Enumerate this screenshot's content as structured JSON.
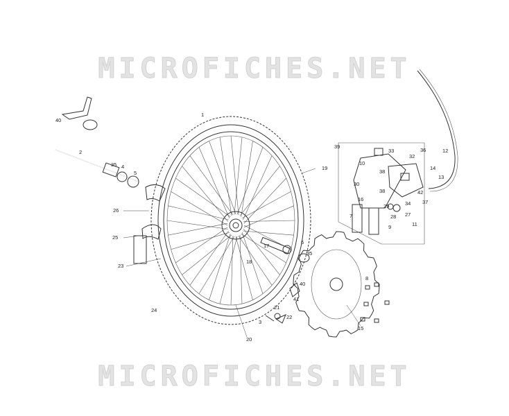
{
  "watermark": {
    "top_text": "MICROFICHES.NET",
    "bottom_text": "MICROFICHES.NET"
  },
  "labels": [
    "1",
    "2",
    "3",
    "4",
    "5",
    "6",
    "7",
    "8",
    "9",
    "10",
    "11",
    "12",
    "13",
    "14",
    "15",
    "16",
    "17",
    "18",
    "19",
    "20",
    "21",
    "22",
    "23",
    "24",
    "25",
    "26",
    "27",
    "28",
    "29",
    "30",
    "32",
    "33",
    "34",
    "35",
    "36",
    "37",
    "38",
    "39",
    "40",
    "41",
    "42"
  ],
  "colors": {
    "line": "#333333",
    "watermark": "#e3e3e3"
  }
}
